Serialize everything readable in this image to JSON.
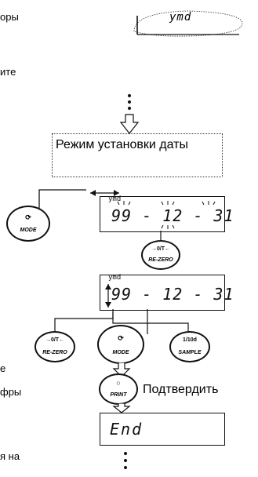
{
  "text_fragments": {
    "top": "оры",
    "second": "ите",
    "bottom_left_1": "е",
    "bottom_left_2": "фры",
    "bottom_left_3": "я  на"
  },
  "top_display": {
    "text": "ymd"
  },
  "mode_box": {
    "text": "Режим установки даты"
  },
  "display_1": {
    "label": "ymd",
    "text": "99 - 12 - 31"
  },
  "display_2": {
    "label": "ymd",
    "text": "99 - 12 - 31"
  },
  "end_display": {
    "text": "End"
  },
  "buttons": {
    "mode": {
      "label": "MODE"
    },
    "rezero": {
      "label": "RE-ZERO",
      "icon": "→0/T←"
    },
    "sample": {
      "label": "SAMPLE",
      "icon": "1/10d"
    },
    "print": {
      "label": "PRINT",
      "icon": "○"
    }
  },
  "confirm_label": "Подтвердить"
}
